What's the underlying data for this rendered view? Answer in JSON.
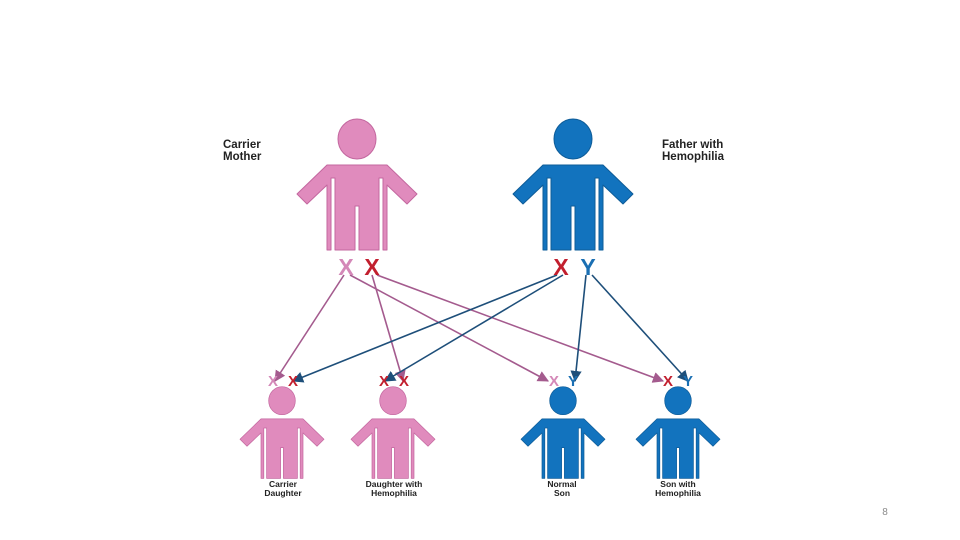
{
  "colors": {
    "female": "#e08bbd",
    "female_edge": "#c3679f",
    "male": "#1273be",
    "male_edge": "#0e5c98",
    "x_normal": "#d488b8",
    "x_affected": "#c21f2e",
    "y": "#1a6fb3",
    "line_maternal": "#a45b8e",
    "line_paternal": "#1e4f7a"
  },
  "parents": {
    "mother": {
      "label": "Carrier\nMother",
      "chromosomes": [
        "X",
        "X"
      ]
    },
    "father": {
      "label": "Father with\nHemophilia",
      "chromosomes": [
        "X",
        "Y"
      ]
    }
  },
  "children": [
    {
      "label": "Carrier\nDaughter",
      "chromosomes": [
        "X",
        "X"
      ]
    },
    {
      "label": "Daughter with\nHemophilia",
      "chromosomes": [
        "X",
        "X"
      ]
    },
    {
      "label": "Normal\nSon",
      "chromosomes": [
        "X",
        "Y"
      ]
    },
    {
      "label": "Son with\nHemophilia",
      "chromosomes": [
        "X",
        "Y"
      ]
    }
  ],
  "slide_number": "8"
}
